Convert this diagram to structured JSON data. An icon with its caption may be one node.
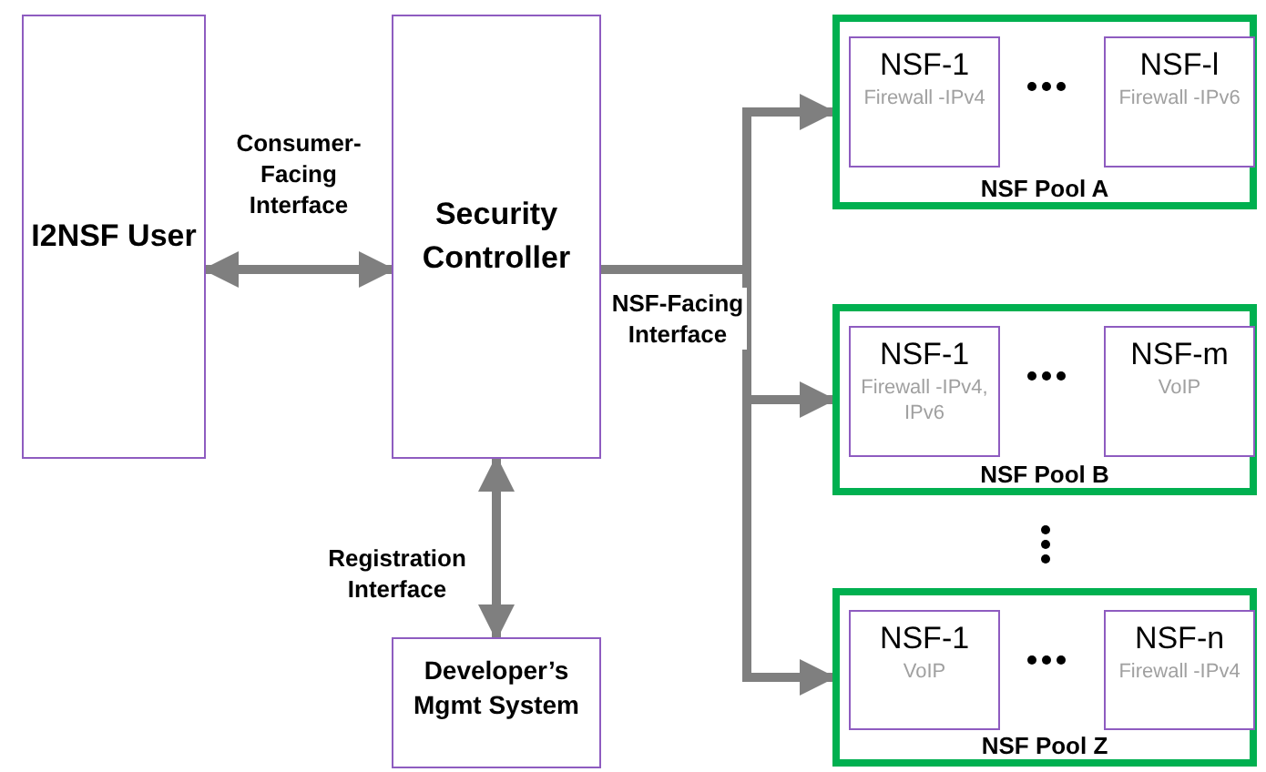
{
  "diagram": {
    "nodes": [
      {
        "text": [
          "I2NSF User"
        ]
      },
      {
        "text": [
          "Security Controller"
        ]
      },
      {
        "text": [
          "Developer’s Mgmt System"
        ]
      },
      {
        "text": [
          "NSF Pool A"
        ]
      },
      {
        "text": [
          "NSF-1",
          "Firewall -IPv4"
        ],
        "in": 3
      },
      {
        "text": [
          "NSF-l",
          "Firewall -IPv6"
        ],
        "in": 3
      },
      {
        "text": [
          "NSF Pool B"
        ]
      },
      {
        "text": [
          "NSF-1",
          "Firewall -IPv4, IPv6"
        ],
        "in": 6
      },
      {
        "text": [
          "NSF-m",
          "VoIP"
        ],
        "in": 6
      },
      {
        "text": [
          "NSF Pool Z"
        ]
      },
      {
        "text": [
          "NSF-1",
          "VoIP"
        ],
        "in": 9
      },
      {
        "text": [
          "NSF-n",
          "Firewall -IPv4"
        ],
        "in": 9
      }
    ],
    "edges": [
      {
        "from": 0,
        "to": 1,
        "arrow": "both",
        "label": "Consumer-Facing Interface"
      },
      {
        "from": 1,
        "to": 2,
        "arrow": "both",
        "label": "Registration Interface"
      },
      {
        "from": 1,
        "to": 3,
        "arrow": "to"
      },
      {
        "from": 1,
        "to": 6,
        "arrow": "to",
        "label": "NSF-Facing Interface"
      },
      {
        "from": 1,
        "to": 9,
        "arrow": "to"
      }
    ]
  }
}
